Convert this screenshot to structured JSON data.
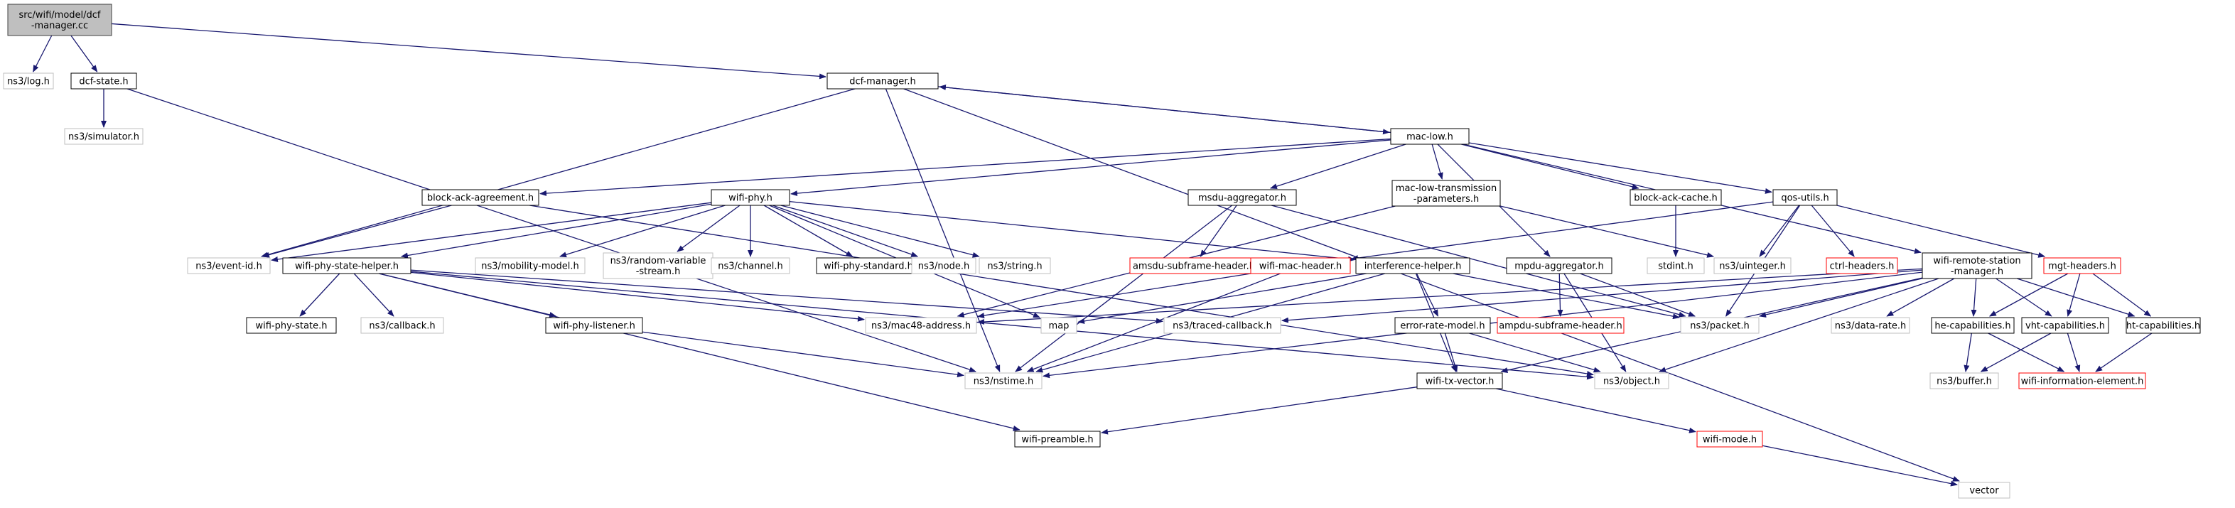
{
  "title": "src/wifi/model/dcf-manager.cc",
  "colors": {
    "edge": "#191970",
    "root_fill": "#bfbfbf",
    "root_border": "#404040",
    "documented_border": "#000000",
    "external_border": "#bfbfbf",
    "truncated_border": "#ff0000",
    "text": "#000000"
  },
  "nodes": [
    {
      "id": "root",
      "lines": [
        "src/wifi/model/dcf",
        "-manager.cc"
      ],
      "kind": "root"
    },
    {
      "id": "log",
      "lines": [
        "ns3/log.h"
      ],
      "kind": "external"
    },
    {
      "id": "dcf_state",
      "lines": [
        "dcf-state.h"
      ],
      "kind": "documented"
    },
    {
      "id": "dcf_manager",
      "lines": [
        "dcf-manager.h"
      ],
      "kind": "documented"
    },
    {
      "id": "simulator",
      "lines": [
        "ns3/simulator.h"
      ],
      "kind": "external"
    },
    {
      "id": "mac_low",
      "lines": [
        "mac-low.h"
      ],
      "kind": "documented"
    },
    {
      "id": "block_ack_agreement",
      "lines": [
        "block-ack-agreement.h"
      ],
      "kind": "documented"
    },
    {
      "id": "wifi_phy",
      "lines": [
        "wifi-phy.h"
      ],
      "kind": "documented"
    },
    {
      "id": "msdu_aggregator",
      "lines": [
        "msdu-aggregator.h"
      ],
      "kind": "documented"
    },
    {
      "id": "mac_low_tx_params",
      "lines": [
        "mac-low-transmission",
        "-parameters.h"
      ],
      "kind": "documented"
    },
    {
      "id": "block_ack_cache",
      "lines": [
        "block-ack-cache.h"
      ],
      "kind": "documented"
    },
    {
      "id": "qos_utils",
      "lines": [
        "qos-utils.h"
      ],
      "kind": "documented"
    },
    {
      "id": "event_id",
      "lines": [
        "ns3/event-id.h"
      ],
      "kind": "external"
    },
    {
      "id": "wifi_phy_state_helper",
      "lines": [
        "wifi-phy-state-helper.h"
      ],
      "kind": "documented"
    },
    {
      "id": "mobility_model",
      "lines": [
        "ns3/mobility-model.h"
      ],
      "kind": "external"
    },
    {
      "id": "random_variable_stream",
      "lines": [
        "ns3/random-variable",
        "-stream.h"
      ],
      "kind": "external"
    },
    {
      "id": "channel",
      "lines": [
        "ns3/channel.h"
      ],
      "kind": "external"
    },
    {
      "id": "wifi_phy_standard",
      "lines": [
        "wifi-phy-standard.h"
      ],
      "kind": "documented"
    },
    {
      "id": "node",
      "lines": [
        "ns3/node.h"
      ],
      "kind": "external"
    },
    {
      "id": "string",
      "lines": [
        "ns3/string.h"
      ],
      "kind": "external"
    },
    {
      "id": "amsdu_subframe_header",
      "lines": [
        "amsdu-subframe-header.h"
      ],
      "kind": "truncated"
    },
    {
      "id": "wifi_mac_header",
      "lines": [
        "wifi-mac-header.h"
      ],
      "kind": "truncated"
    },
    {
      "id": "interference_helper",
      "lines": [
        "interference-helper.h"
      ],
      "kind": "documented"
    },
    {
      "id": "mpdu_aggregator",
      "lines": [
        "mpdu-aggregator.h"
      ],
      "kind": "documented"
    },
    {
      "id": "stdint",
      "lines": [
        "stdint.h"
      ],
      "kind": "external"
    },
    {
      "id": "uinteger",
      "lines": [
        "ns3/uinteger.h"
      ],
      "kind": "external"
    },
    {
      "id": "ctrl_headers",
      "lines": [
        "ctrl-headers.h"
      ],
      "kind": "truncated"
    },
    {
      "id": "wifi_remote_station_manager",
      "lines": [
        "wifi-remote-station",
        "-manager.h"
      ],
      "kind": "documented"
    },
    {
      "id": "mgt_headers",
      "lines": [
        "mgt-headers.h"
      ],
      "kind": "truncated"
    },
    {
      "id": "wifi_phy_state",
      "lines": [
        "wifi-phy-state.h"
      ],
      "kind": "documented"
    },
    {
      "id": "callback",
      "lines": [
        "ns3/callback.h"
      ],
      "kind": "external"
    },
    {
      "id": "wifi_phy_listener",
      "lines": [
        "wifi-phy-listener.h"
      ],
      "kind": "documented"
    },
    {
      "id": "mac48_address",
      "lines": [
        "ns3/mac48-address.h"
      ],
      "kind": "external"
    },
    {
      "id": "map",
      "lines": [
        "map"
      ],
      "kind": "external"
    },
    {
      "id": "traced_callback",
      "lines": [
        "ns3/traced-callback.h"
      ],
      "kind": "external"
    },
    {
      "id": "error_rate_model",
      "lines": [
        "error-rate-model.h"
      ],
      "kind": "documented"
    },
    {
      "id": "ampdu_subframe_header",
      "lines": [
        "ampdu-subframe-header.h"
      ],
      "kind": "truncated"
    },
    {
      "id": "packet",
      "lines": [
        "ns3/packet.h"
      ],
      "kind": "external"
    },
    {
      "id": "data_rate",
      "lines": [
        "ns3/data-rate.h"
      ],
      "kind": "external"
    },
    {
      "id": "he_capabilities",
      "lines": [
        "he-capabilities.h"
      ],
      "kind": "documented"
    },
    {
      "id": "vht_capabilities",
      "lines": [
        "vht-capabilities.h"
      ],
      "kind": "documented"
    },
    {
      "id": "ht_capabilities",
      "lines": [
        "ht-capabilities.h"
      ],
      "kind": "documented"
    },
    {
      "id": "nstime",
      "lines": [
        "ns3/nstime.h"
      ],
      "kind": "external"
    },
    {
      "id": "wifi_tx_vector",
      "lines": [
        "wifi-tx-vector.h"
      ],
      "kind": "documented"
    },
    {
      "id": "object",
      "lines": [
        "ns3/object.h"
      ],
      "kind": "external"
    },
    {
      "id": "buffer",
      "lines": [
        "ns3/buffer.h"
      ],
      "kind": "external"
    },
    {
      "id": "wifi_information_element",
      "lines": [
        "wifi-information-element.h"
      ],
      "kind": "truncated"
    },
    {
      "id": "wifi_preamble",
      "lines": [
        "wifi-preamble.h"
      ],
      "kind": "documented"
    },
    {
      "id": "wifi_mode",
      "lines": [
        "wifi-mode.h"
      ],
      "kind": "truncated"
    },
    {
      "id": "vector",
      "lines": [
        "vector"
      ],
      "kind": "external"
    }
  ]
}
